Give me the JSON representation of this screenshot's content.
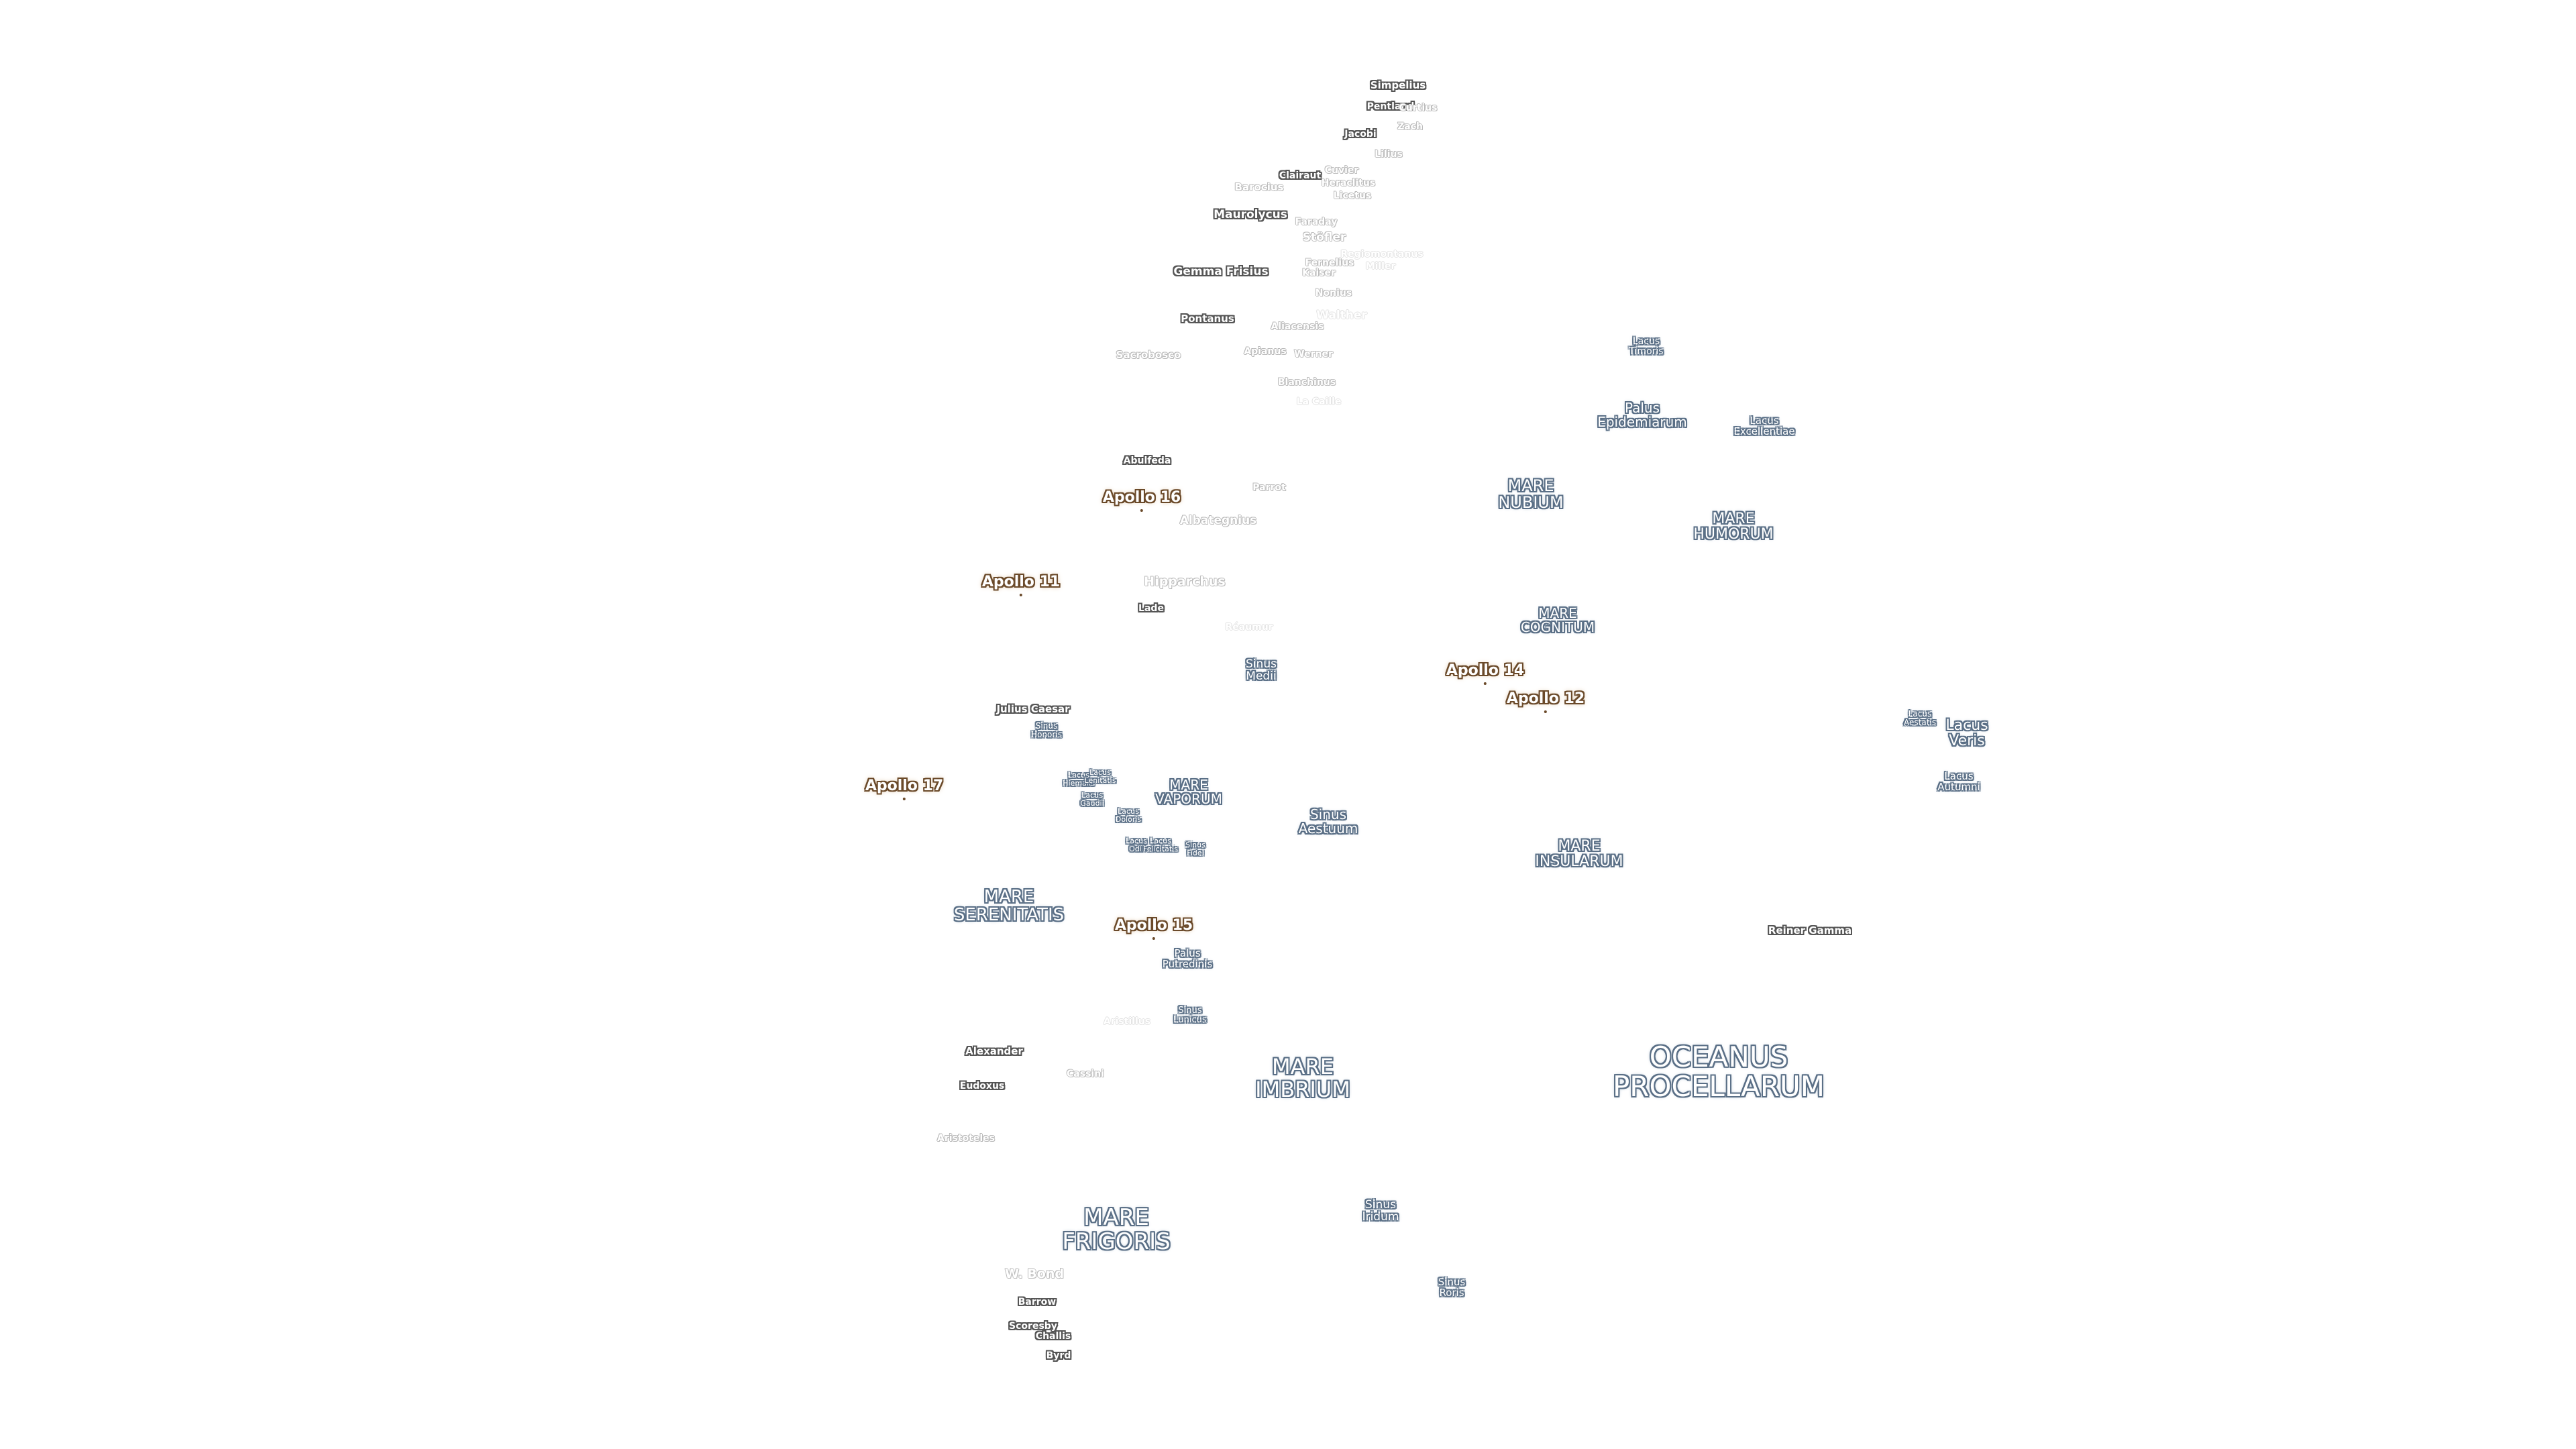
{
  "colors": {
    "background": "#ffffff",
    "crater_halo": "#555555",
    "mare_outline": "#5a6f86",
    "apollo_halo": "#6b4a2a"
  },
  "map": {
    "craters": [
      "Simpelius",
      "Pentland",
      "Curtius",
      "Zach",
      "Jacobi",
      "Lilius",
      "Clairaut",
      "Barocius",
      "Cuvier",
      "Heraclitus",
      "Licetus",
      "Maurolycus",
      "Faraday",
      "Stöfler",
      "Gemma Frisius",
      "Fernelius",
      "Kaiser",
      "Regiomontanus",
      "Miller",
      "Nonius",
      "Pontanus",
      "Walther",
      "Aliacensis",
      "Sacrobosco",
      "Apianus",
      "Werner",
      "Blanchinus",
      "La Caille",
      "Abulfeda",
      "Parrot",
      "Albategnius",
      "Hipparchus",
      "Lade",
      "Réaumur",
      "Julius Caesar",
      "Reiner Gamma",
      "Aristillus",
      "Alexander",
      "Cassini",
      "Eudoxus",
      "Aristoteles",
      "W. Bond",
      "Barrow",
      "Scoresby",
      "Challis",
      "Byrd"
    ],
    "maria": [
      "MARE\nNUBIUM",
      "MARE\nHUMORUM",
      "MARE\nCOGNITUM",
      "MARE\nVAPORUM",
      "MARE\nINSULARUM",
      "MARE\nSERENITATIS",
      "MARE\nIMBRIUM",
      "OCEANUS\nPROCELLARUM",
      "MARE\nFRIGORIS"
    ],
    "features": [
      "Lacus\nTimoris",
      "Palus\nEpidemiarum",
      "Lacus\nExcellentiae",
      "Sinus\nMedii",
      "Lacus\nAutumni",
      "Lacus\nVeris",
      "Lacus\nAestatis",
      "Sinus\nAestuum",
      "Sinus\nHonoris",
      "Lacus\nHiemalis",
      "Lacus\nLenitatis",
      "Lacus\nGaudii",
      "Lacus\nDoloris",
      "Lacus\nOdii",
      "Lacus\nFelicitatis",
      "Sinus\nFidei",
      "Palus\nPutredinis",
      "Sinus\nLunicus",
      "Sinus\nIridum",
      "Sinus\nRoris"
    ],
    "apollo_sites": [
      "Apollo 16",
      "Apollo 11",
      "Apollo 14",
      "Apollo 12",
      "Apollo 17",
      "Apollo 15"
    ]
  }
}
